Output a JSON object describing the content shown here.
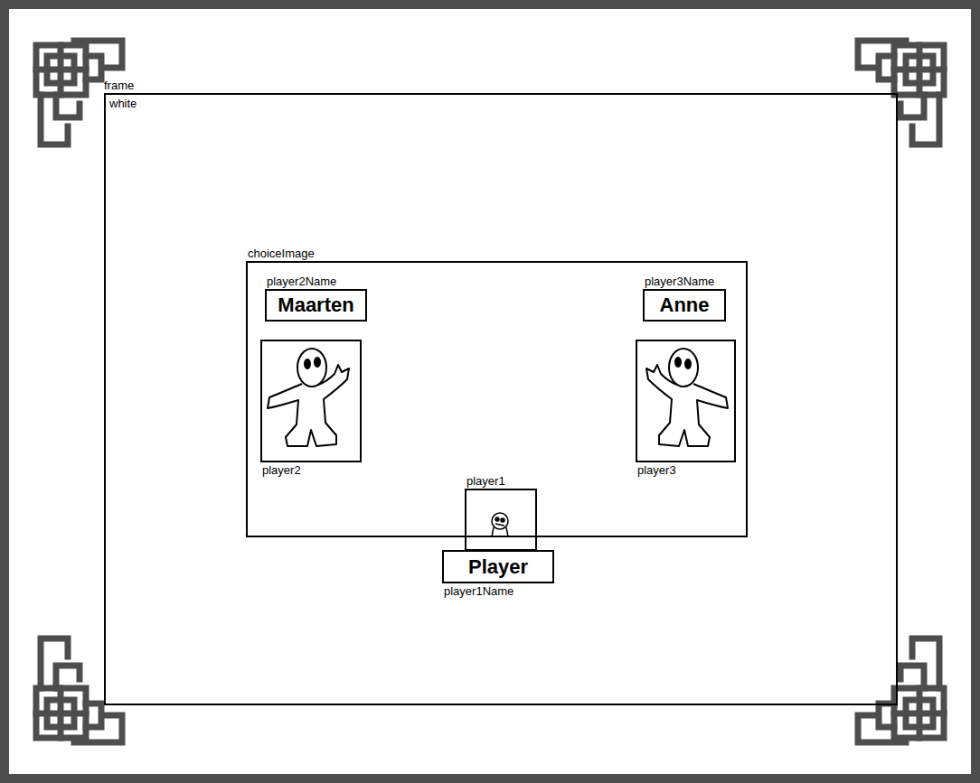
{
  "diagram": {
    "nodes": [
      {
        "text": [
          "white"
        ]
      },
      {
        "text": [
          "choiceImage"
        ],
        "in": 0
      },
      {
        "text": [
          "player2Name",
          "Maarten"
        ],
        "in": 1
      },
      {
        "text": [
          "player3Name",
          "Anne"
        ],
        "in": 1
      },
      {
        "text": [
          "player2"
        ],
        "in": 1
      },
      {
        "text": [
          "player3"
        ],
        "in": 1
      },
      {
        "text": [
          "player1"
        ],
        "in": 0
      },
      {
        "text": [
          "Player",
          "player1Name"
        ],
        "in": 0
      }
    ],
    "labels": [
      "frame"
    ]
  }
}
